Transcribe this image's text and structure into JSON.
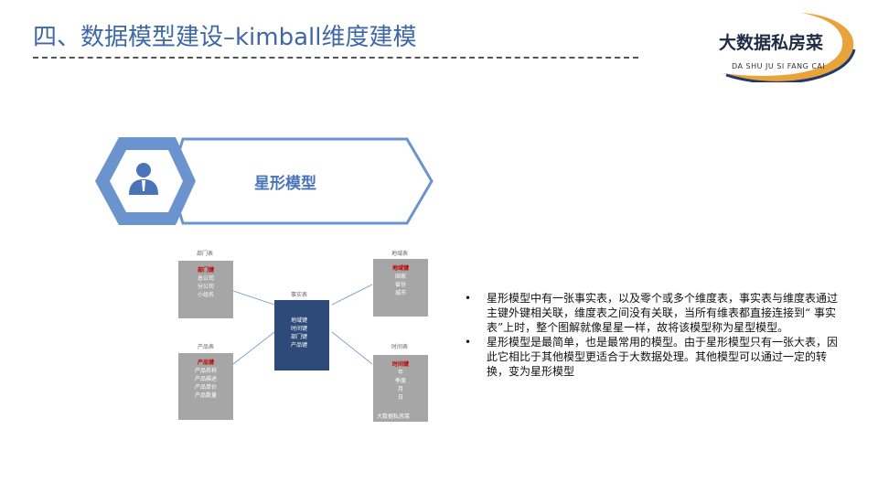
{
  "slide": {
    "title": "四、数据模型建设–kimball维度建模"
  },
  "logo": {
    "main": "大数据私房菜",
    "sub": "DA SHU JU SI FANG CAI"
  },
  "banner": {
    "label": "星形模型",
    "icon": "user-icon"
  },
  "diagram": {
    "dept": {
      "title": "部门表",
      "key": "部门键",
      "rows": [
        "总公司",
        "分公司",
        "小组名"
      ]
    },
    "region": {
      "title": "地域表",
      "key": "地域键",
      "rows": [
        "国家",
        "省份",
        "城市"
      ]
    },
    "product": {
      "title": "产品表",
      "key": "产品键",
      "rows": [
        "产品名称",
        "产品描述",
        "产品单价",
        "产品数量"
      ]
    },
    "time": {
      "title": "时间表",
      "key": "时间键",
      "rows": [
        "年",
        "季度",
        "月",
        "日"
      ]
    },
    "fact": {
      "title": "事实表",
      "rows": [
        "地域键",
        "时间键",
        "部门键",
        "产品键"
      ]
    },
    "watermark": "大数据私房菜"
  },
  "bullets": [
    "星形模型中有一张事实表，以及零个或多个维度表，事实表与维度表通过主键外键相关联，维度表之间没有关联，当所有维表都直接连接到“ 事实表”上时，整个图解就像星星一样，故将该模型称为星型模型。",
    "星形模型是最简单，也是最常用的模型。由于星形模型只有一张大表，因此它相比于其他模型更适合于大数据处理。其他模型可以通过一定的转换，变为星形模型"
  ],
  "colors": {
    "title": "#3f68a8",
    "banner": "#6b94cf",
    "fact": "#2e4a78",
    "dim": "#a6a6a6",
    "key": "#c00000"
  }
}
